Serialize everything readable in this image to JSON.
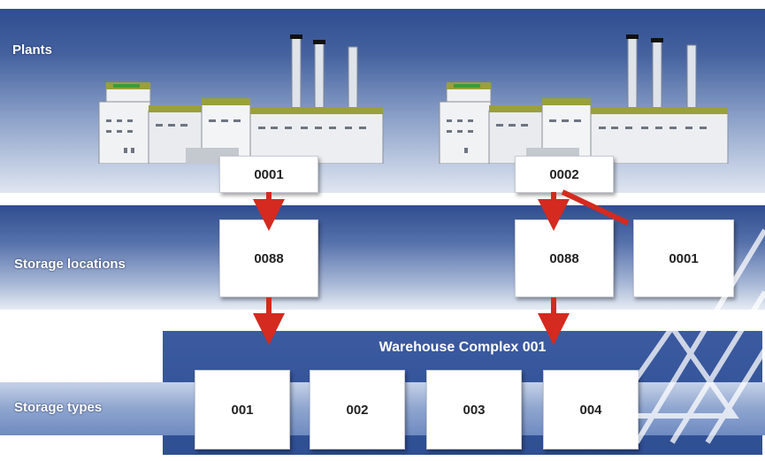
{
  "plants": {
    "label": "Plants",
    "items": [
      {
        "code": "0001"
      },
      {
        "code": "0002"
      }
    ]
  },
  "storage_locations": {
    "label": "Storage locations",
    "items": [
      "0088",
      "0088",
      "0001"
    ]
  },
  "warehouse": {
    "title": "Warehouse Complex  001"
  },
  "storage_types": {
    "label": "Storage types",
    "items": [
      "001",
      "002",
      "003",
      "004"
    ]
  },
  "colors": {
    "band_dark": "#2f4d8f",
    "arrow": "#d42a1f",
    "box": "#ffffff",
    "factory_roof": "#9aa03a"
  }
}
